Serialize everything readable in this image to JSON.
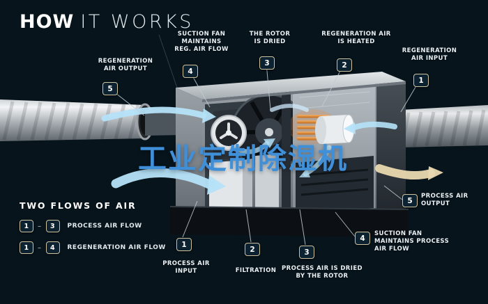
{
  "title": {
    "primary": "HOW",
    "secondary": "IT WORKS"
  },
  "watermark": {
    "text": "工业定制除湿机",
    "color": "#3f8fd9"
  },
  "colors": {
    "background_dark": "#0c2130",
    "background_light": "#25434f",
    "airflow_blue": "#b5e2f8",
    "process_out_tan": "#e9d9b0",
    "heater_orange": "#e8893a",
    "badge_border_gold": "#cfc3a0",
    "badge_fill": "#0d2230"
  },
  "callouts": [
    {
      "num": "5",
      "label": "REGENERATION\nAIR OUTPUT"
    },
    {
      "num": "4",
      "label": "SUCTION FAN\nMAINTAINS\nREG. AIR FLOW"
    },
    {
      "num": "3",
      "label": "THE ROTOR\nIS DRIED"
    },
    {
      "num": "2",
      "label": "REGENERATION AIR\nIS HEATED"
    },
    {
      "num": "1",
      "label": "REGENERATION\nAIR INPUT"
    },
    {
      "num": "5",
      "label": "PROCESS AIR\nOUTPUT"
    },
    {
      "num": "4",
      "label": "SUCTION FAN\nMAINTAINS PROCESS\nAIR FLOW"
    },
    {
      "num": "3",
      "label": "PROCESS AIR IS DRIED\nBY THE ROTOR"
    },
    {
      "num": "2",
      "label": "FILTRATION"
    },
    {
      "num": "1",
      "label": "PROCESS AIR\nINPUT"
    }
  ],
  "legend": {
    "title": "TWO FLOWS OF AIR",
    "rows": [
      {
        "from": "1",
        "dash": "–",
        "to": "3",
        "label": "PROCESS AIR FLOW"
      },
      {
        "from": "1",
        "dash": "–",
        "to": "4",
        "label": "REGENERATION AIR FLOW"
      }
    ]
  }
}
